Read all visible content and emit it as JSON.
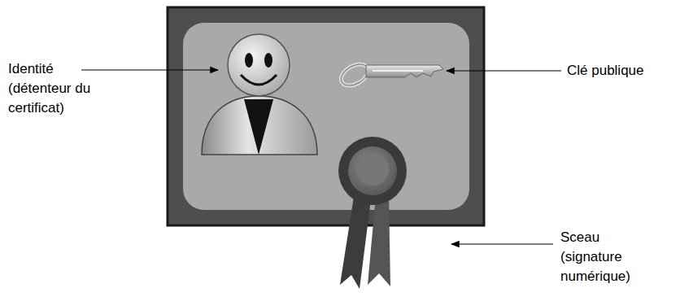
{
  "diagram": {
    "labels": [
      "Identité (détenteur du certificat)",
      "Clé publique",
      "Sceau (signature numérique)"
    ]
  }
}
